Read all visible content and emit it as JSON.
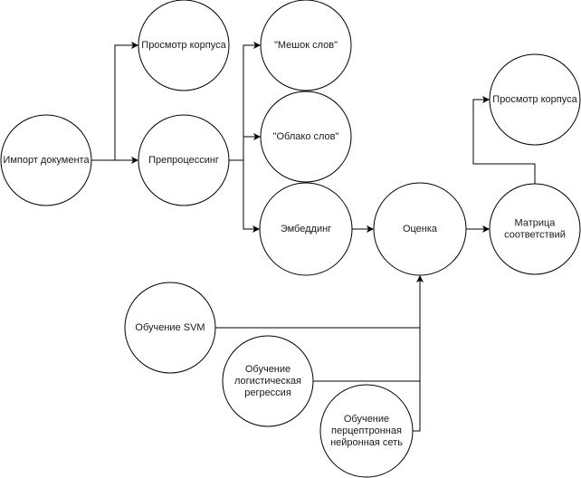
{
  "diagram": {
    "type": "flowchart",
    "nodes": [
      {
        "id": "import",
        "lines": [
          "Импорт документа"
        ]
      },
      {
        "id": "view1",
        "lines": [
          "Просмотр корпуса"
        ]
      },
      {
        "id": "preproc",
        "lines": [
          "Препроцессинг"
        ]
      },
      {
        "id": "bow",
        "lines": [
          "\"Мешок слов\""
        ]
      },
      {
        "id": "cloud",
        "lines": [
          "\"Облако слов\""
        ]
      },
      {
        "id": "embed",
        "lines": [
          "Эмбеддинг"
        ]
      },
      {
        "id": "eval",
        "lines": [
          "Оценка"
        ]
      },
      {
        "id": "matrix",
        "lines": [
          "Матрица",
          "соответствий"
        ]
      },
      {
        "id": "view2",
        "lines": [
          "Просмотр корпуса"
        ]
      },
      {
        "id": "svm",
        "lines": [
          "Обучение SVM"
        ]
      },
      {
        "id": "logreg",
        "lines": [
          "Обучение",
          "логистическая",
          "регрессия"
        ]
      },
      {
        "id": "mlp",
        "lines": [
          "Обучение",
          "перцептронная",
          "нейронная сеть"
        ]
      }
    ],
    "edges": [
      {
        "from": "import",
        "to": "view1"
      },
      {
        "from": "import",
        "to": "preproc"
      },
      {
        "from": "preproc",
        "to": "bow"
      },
      {
        "from": "preproc",
        "to": "cloud"
      },
      {
        "from": "preproc",
        "to": "embed"
      },
      {
        "from": "embed",
        "to": "eval"
      },
      {
        "from": "eval",
        "to": "matrix"
      },
      {
        "from": "matrix",
        "to": "view2"
      },
      {
        "from": "svm",
        "to": "eval"
      },
      {
        "from": "logreg",
        "to": "eval"
      },
      {
        "from": "mlp",
        "to": "eval"
      }
    ]
  }
}
